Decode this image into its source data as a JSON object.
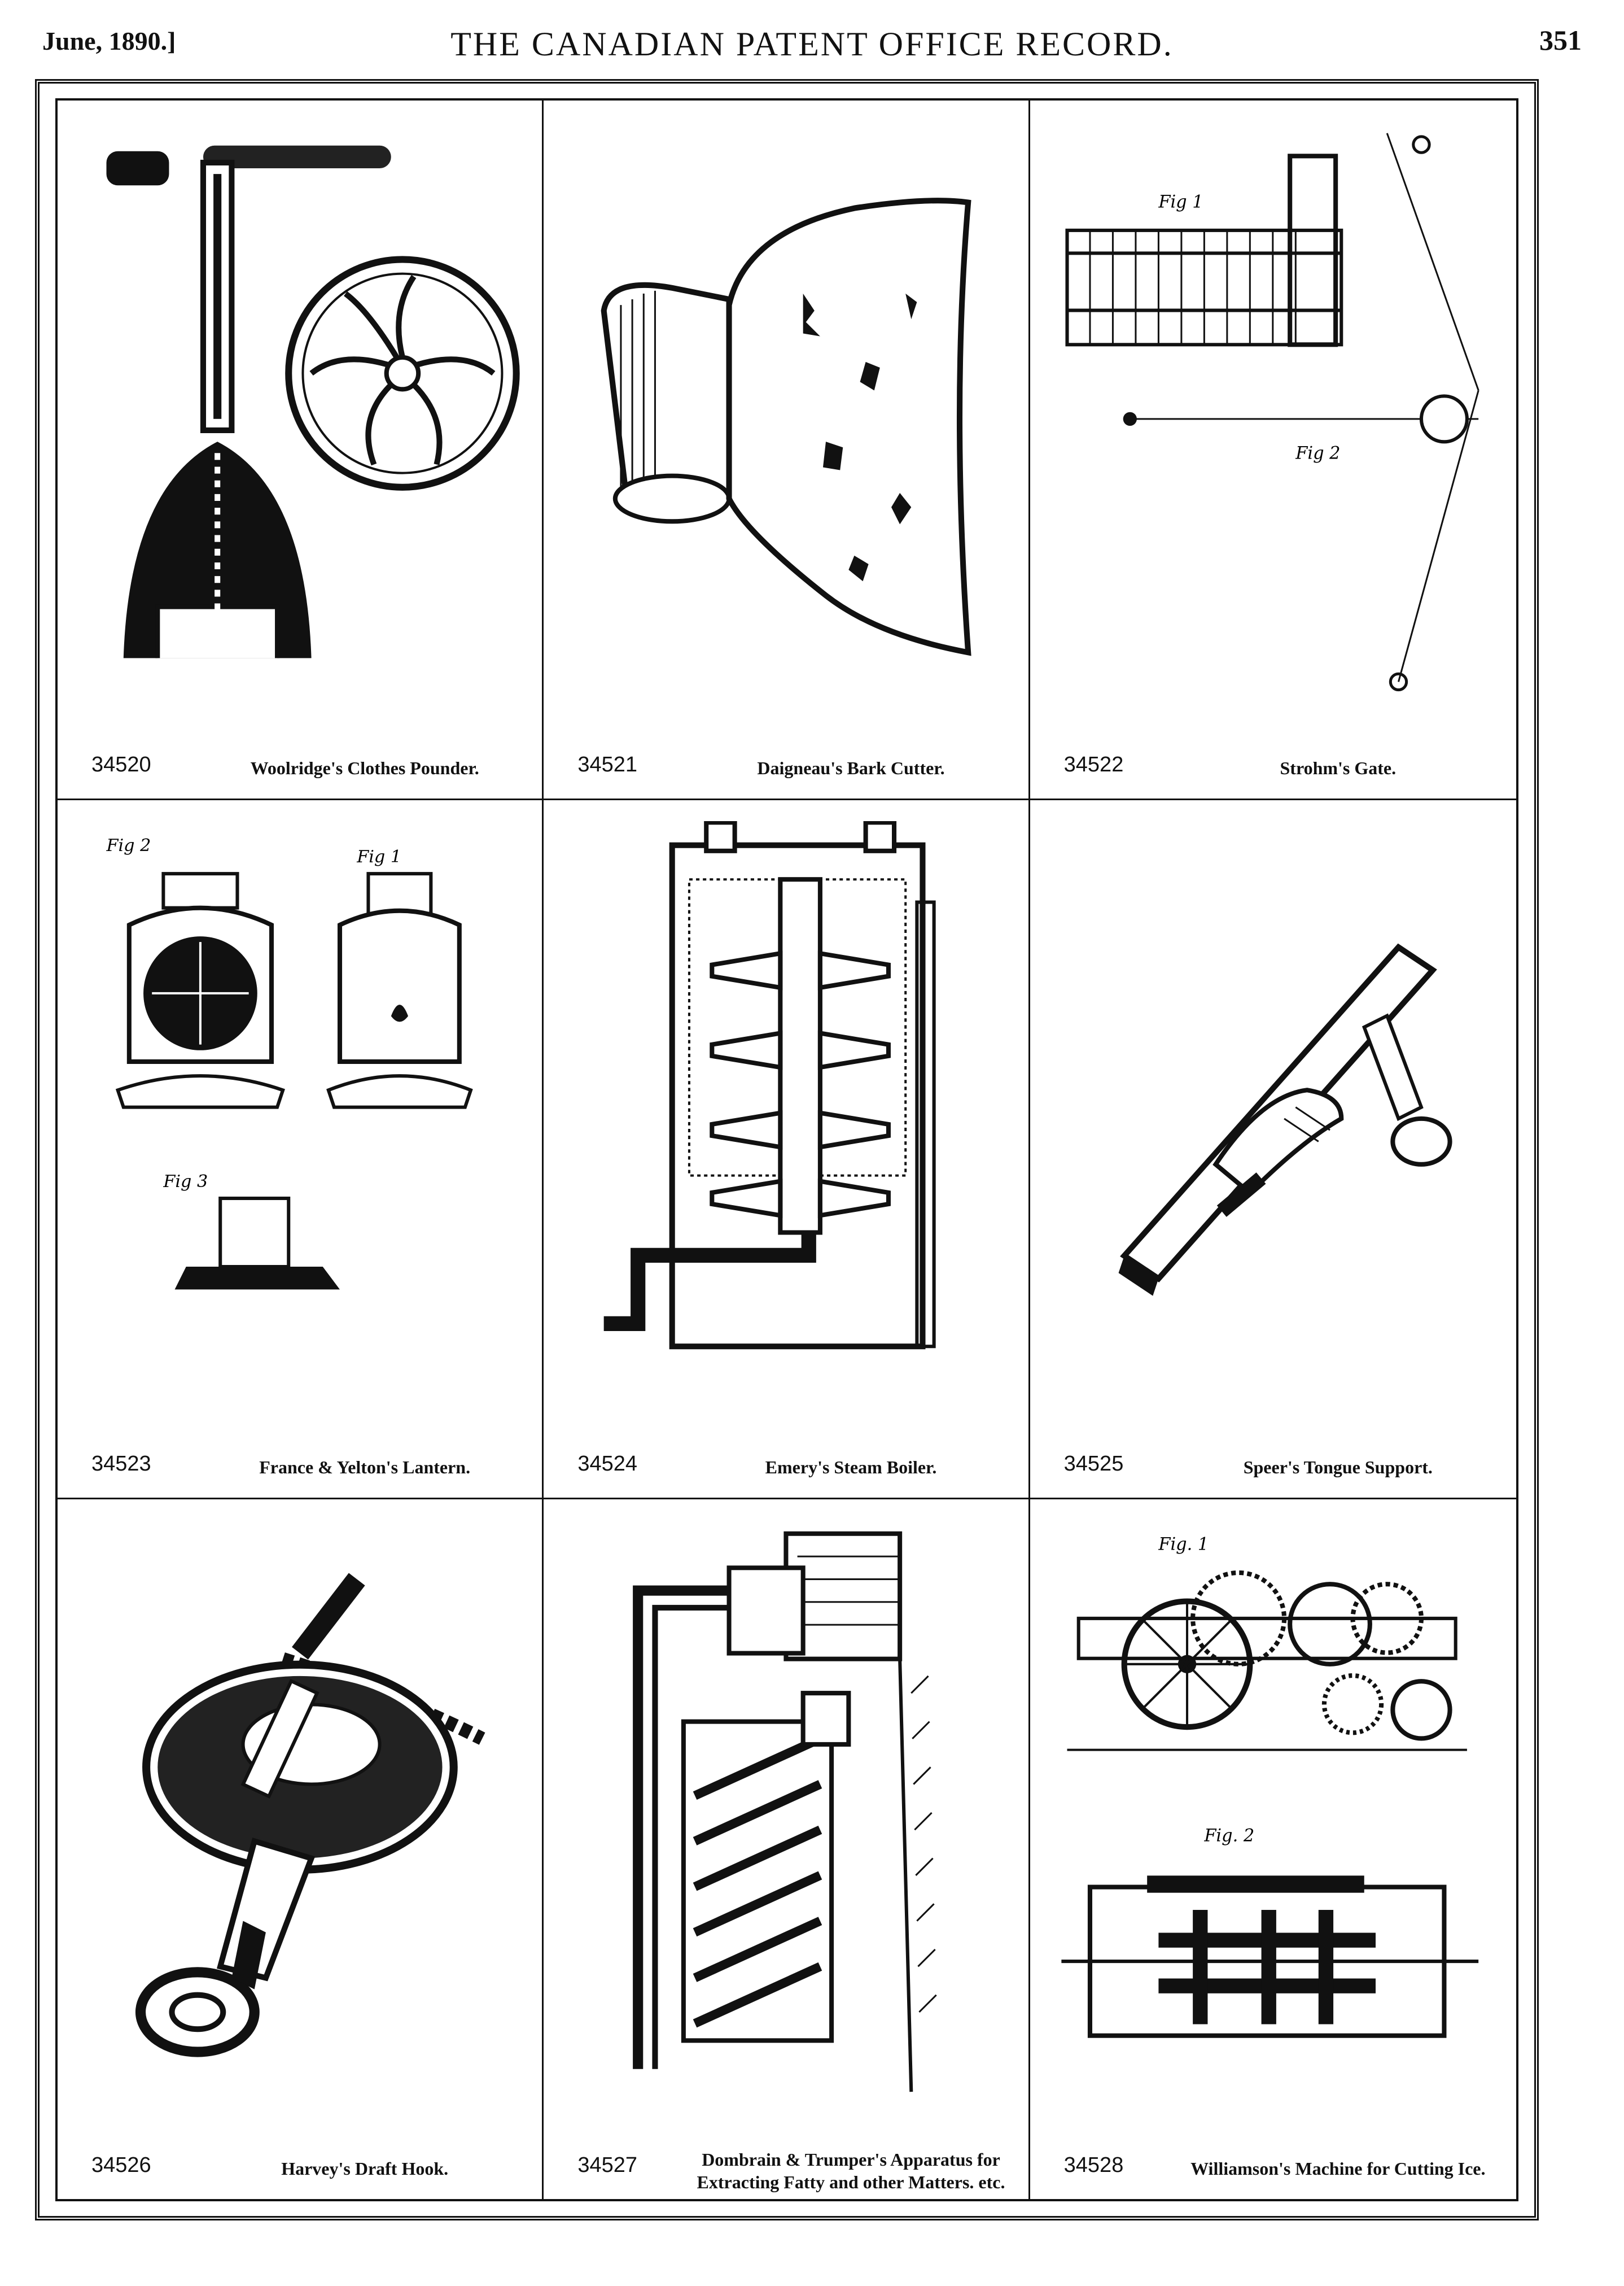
{
  "header": {
    "date": "June, 1890.]",
    "title": "THE CANADIAN PATENT OFFICE RECORD.",
    "page_number": "351"
  },
  "patents": [
    {
      "number": "34520",
      "caption": "Woolridge's Clothes Pounder."
    },
    {
      "number": "34521",
      "caption": "Daigneau's Bark Cutter."
    },
    {
      "number": "34522",
      "caption": "Strohm's Gate."
    },
    {
      "number": "34523",
      "caption": "France & Yelton's Lantern."
    },
    {
      "number": "34524",
      "caption": "Emery's Steam Boiler."
    },
    {
      "number": "34525",
      "caption": "Speer's Tongue Support."
    },
    {
      "number": "34526",
      "caption": "Harvey's Draft Hook."
    },
    {
      "number": "34527",
      "caption": "Dombrain & Trumper's Apparatus for Extracting Fatty and other Matters. etc."
    },
    {
      "number": "34528",
      "caption": "Williamson's Machine for Cutting Ice."
    }
  ],
  "figure_labels": {
    "strohm_fig1": "Fig 1",
    "strohm_fig2": "Fig 2",
    "lantern_fig2": "Fig 2",
    "lantern_fig1": "Fig 1",
    "lantern_fig3": "Fig 3",
    "ice_fig1": "Fig. 1",
    "ice_fig2": "Fig. 2"
  }
}
